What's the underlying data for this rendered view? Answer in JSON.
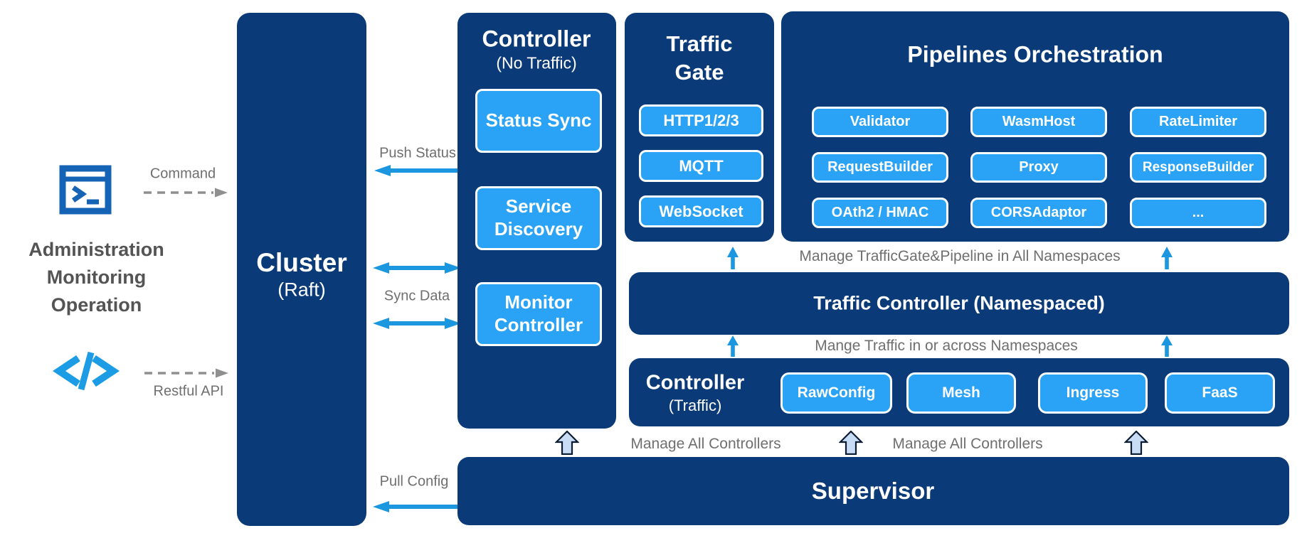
{
  "colors": {
    "navy_box": "#0a3a78",
    "azure_chip": "#2aa2f5",
    "arrow_blue": "#1b97e0",
    "block_arrow_fill": "#c9dcf5",
    "block_arrow_outline": "#0b1c33",
    "label_gray": "#6f6f6f",
    "admin_text_gray": "#545454",
    "terminal_icon_blue": "#1463b4",
    "code_icon_blue": "#1b9ce4",
    "dashed_arrow_gray": "#8f8f8f"
  },
  "admin": {
    "lines": [
      "Administration",
      "Monitoring",
      "Operation"
    ],
    "command": "Command",
    "restful_api": "Restful API"
  },
  "cluster": {
    "title": "Cluster",
    "subtitle": "(Raft)"
  },
  "controller_no_traffic": {
    "title": "Controller",
    "subtitle": "(No Traffic)",
    "modules": [
      "Status Sync",
      "Service Discovery",
      "Monitor Controller"
    ]
  },
  "traffic_gate": {
    "title_lines": [
      "Traffic",
      "Gate"
    ],
    "protocols": [
      "HTTP1/2/3",
      "MQTT",
      "WebSocket"
    ]
  },
  "pipelines": {
    "title": "Pipelines Orchestration",
    "filters": [
      "Validator",
      "WasmHost",
      "RateLimiter",
      "RequestBuilder",
      "Proxy",
      "ResponseBuilder",
      "OAth2 / HMAC",
      "CORSAdaptor",
      "..."
    ]
  },
  "traffic_controller": {
    "title": "Traffic Controller (Namespaced)"
  },
  "controller_traffic": {
    "title": "Controller",
    "subtitle": "(Traffic)",
    "controllers": [
      "RawConfig",
      "Mesh",
      "Ingress",
      "FaaS"
    ]
  },
  "supervisor": {
    "title": "Supervisor"
  },
  "edges": {
    "push_status": "Push Status",
    "sync_data": "Sync Data",
    "pull_config": "Pull Config",
    "manage_gate_pipeline": "Manage TrafficGate&Pipeline in All Namespaces",
    "manage_traffic": "Mange Traffic in or across Namespaces",
    "manage_all_controllers_left": "Manage All Controllers",
    "manage_all_controllers_right": "Manage All Controllers"
  }
}
